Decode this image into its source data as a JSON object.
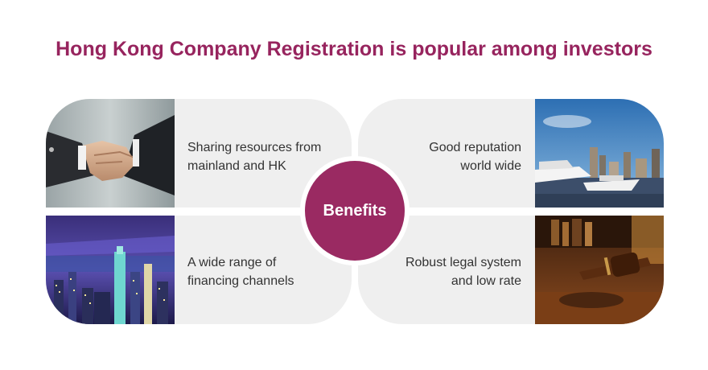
{
  "title": "Hong Kong Company Registration is popular among investors",
  "center": {
    "label": "Benefits",
    "color": "#9a2a62"
  },
  "benefits": [
    {
      "position": "top-left",
      "lines": [
        "Sharing resources from",
        "mainland and HK"
      ],
      "image": "handshake-photo"
    },
    {
      "position": "top-right",
      "lines": [
        "Good reputation",
        "world wide"
      ],
      "image": "harbour-yachts-photo"
    },
    {
      "position": "bottom-left",
      "lines": [
        "A wide range of",
        "financing channels"
      ],
      "image": "hong-kong-night-skyline-photo"
    },
    {
      "position": "bottom-right",
      "lines": [
        "Robust legal system",
        "and low rate"
      ],
      "image": "judge-gavel-photo"
    }
  ],
  "colors": {
    "title": "#97245e",
    "card": "#efefef",
    "text": "#333333"
  }
}
